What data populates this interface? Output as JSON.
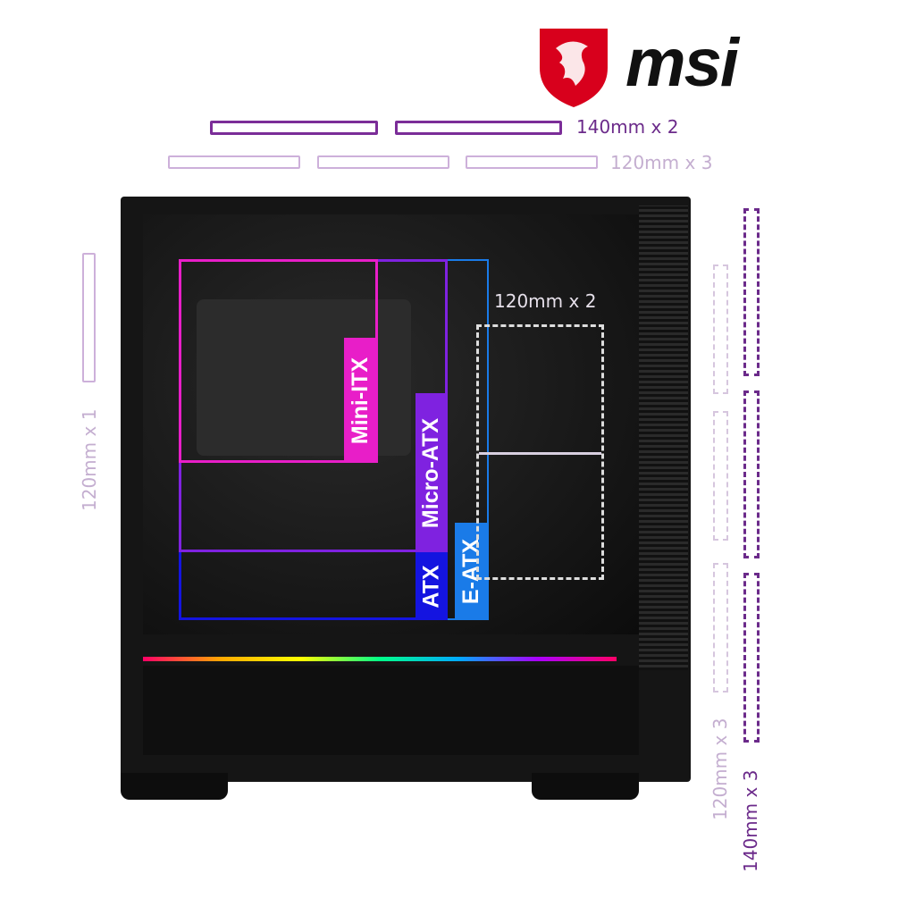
{
  "brand": {
    "name": "msi",
    "accent": "#d8001c"
  },
  "top_fans": {
    "label_140": "140mm x 2",
    "label_120": "120mm x  3"
  },
  "left_fans": {
    "label": "120mm x 1"
  },
  "right_fans": {
    "label_120": "120mm x 3",
    "label_140": "140mm x 3"
  },
  "rear": {
    "label": "120mm x 2"
  },
  "motherboards": {
    "mini_itx": {
      "label": "Mini-ITX",
      "color": "#e81ec8"
    },
    "micro_atx": {
      "label": "Micro-ATX",
      "color": "#7f22e0"
    },
    "atx": {
      "label": "ATX",
      "color": "#1414e0"
    },
    "e_atx": {
      "label": "E-ATX",
      "color": "#1a7be8"
    }
  }
}
